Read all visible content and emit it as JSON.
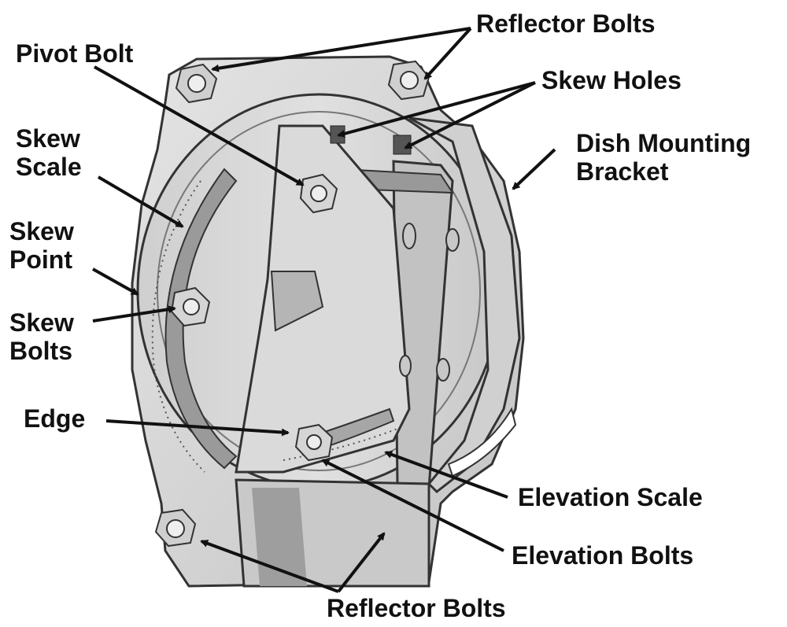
{
  "diagram": {
    "labels": {
      "reflector_bolts_top": "Reflector Bolts",
      "pivot_bolt": "Pivot Bolt",
      "skew_holes": "Skew Holes",
      "dish_mounting_bracket_line1": "Dish Mounting",
      "dish_mounting_bracket_line2": "Bracket",
      "skew_scale_line1": "Skew",
      "skew_scale_line2": "Scale",
      "skew_point_line1": "Skew",
      "skew_point_line2": "Point",
      "skew_bolts_line1": "Skew",
      "skew_bolts_line2": "Bolts",
      "edge": "Edge",
      "elevation_scale": "Elevation Scale",
      "elevation_bolts": "Elevation Bolts",
      "reflector_bolts_bottom": "Reflector Bolts"
    },
    "colors": {
      "line": "#111111",
      "metal_light": "#d9d9d9",
      "metal_mid": "#bdbdbd",
      "metal_dark": "#8f8f8f",
      "background": "#ffffff"
    }
  }
}
